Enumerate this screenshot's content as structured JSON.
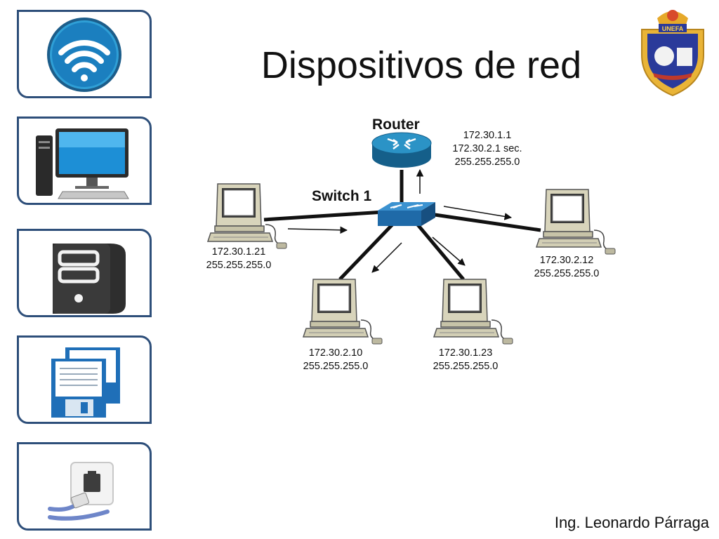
{
  "slide": {
    "title": "Dispositivos de red",
    "author": "Ing. Leonardo Párraga"
  },
  "sidebar": {
    "items": [
      {
        "icon": "wifi-icon"
      },
      {
        "icon": "desktop-computer-icon"
      },
      {
        "icon": "server-tower-icon"
      },
      {
        "icon": "floppy-files-icon"
      },
      {
        "icon": "ethernet-port-icon"
      }
    ]
  },
  "logo": {
    "text": "UNEFA",
    "icon": "unefa-crest-icon"
  },
  "diagram": {
    "router": {
      "label": "Router",
      "ip_lines": [
        "172.30.1.1",
        "172.30.2.1 sec.",
        "255.255.255.0"
      ]
    },
    "switch": {
      "label": "Switch 1"
    },
    "hosts": [
      {
        "id": "pc-left",
        "lines": [
          "172.30.1.21",
          "255.255.255.0"
        ]
      },
      {
        "id": "pc-right",
        "lines": [
          "172.30.2.12",
          "255.255.255.0"
        ]
      },
      {
        "id": "pc-bottom-left",
        "lines": [
          "172.30.2.10",
          "255.255.255.0"
        ]
      },
      {
        "id": "pc-bottom-right",
        "lines": [
          "172.30.1.23",
          "255.255.255.0"
        ]
      }
    ]
  },
  "colors": {
    "card_border": "#2e4f7a",
    "router_blue": "#1e86b8",
    "switch_blue": "#2a7cc0",
    "computer_beige": "#cfcbb0"
  }
}
